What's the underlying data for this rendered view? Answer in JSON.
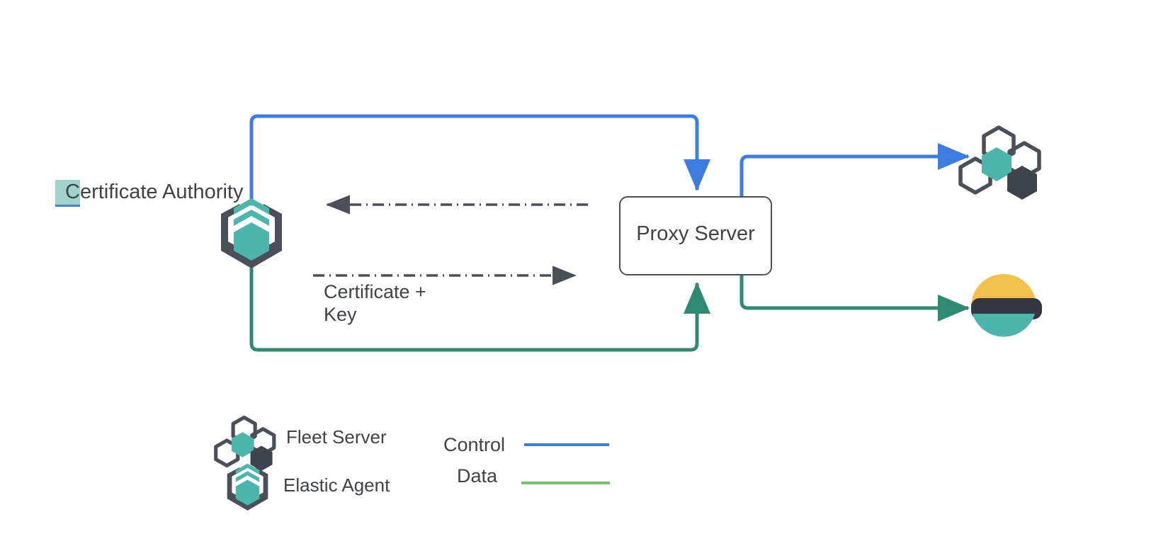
{
  "diagram": {
    "title_nodes": {
      "certificate_authority": "Certificate Authority",
      "certificate_authority_selected_prefix": "C",
      "certificate_authority_rest": "ertificate Authority",
      "proxy_server": "Proxy Server"
    },
    "edge_labels": {
      "certificate_key_line1": "Certificate +",
      "certificate_key_line2": "Key"
    },
    "legend": {
      "items": [
        {
          "label": "Fleet Server",
          "icon": "fleet-server-icon"
        },
        {
          "label": "Elastic Agent",
          "icon": "elastic-agent-icon"
        }
      ],
      "lines": [
        {
          "label": "Control",
          "color": "#3d7ce0"
        },
        {
          "label": "Data",
          "color": "#73c667"
        }
      ]
    },
    "nodes": [
      {
        "name": "certificate-authority",
        "icon": "elastic-agent-icon"
      },
      {
        "name": "proxy-server",
        "shape": "rounded-rect"
      },
      {
        "name": "fleet-server",
        "icon": "fleet-server-icon"
      },
      {
        "name": "elasticsearch",
        "icon": "elasticsearch-icon"
      }
    ],
    "colors": {
      "control_blue": "#3d7ce0",
      "data_green": "#2e8b72",
      "legend_data_green": "#73c667",
      "teal": "#4db6ac",
      "dark_slate": "#4b5058",
      "text": "#3f4348",
      "elastic_yellow": "#f2c14b",
      "elastic_dark": "#343741",
      "elastic_teal": "#4db6ac",
      "selection_highlight": "#9fd2c8",
      "selection_underline": "#4a7fd4"
    },
    "edges": [
      {
        "name": "ca-to-proxy-control",
        "from": "certificate-authority",
        "to": "proxy-server",
        "style": "solid",
        "color": "#3d7ce0",
        "legend": "Control"
      },
      {
        "name": "proxy-to-fleet-control",
        "from": "proxy-server",
        "to": "fleet-server",
        "style": "solid",
        "color": "#3d7ce0",
        "legend": "Control"
      },
      {
        "name": "ca-to-proxy-data",
        "from": "certificate-authority",
        "to": "proxy-server",
        "style": "solid",
        "color": "#2e8b72",
        "legend": "Data"
      },
      {
        "name": "proxy-to-elasticsearch-data",
        "from": "proxy-server",
        "to": "elasticsearch",
        "style": "solid",
        "color": "#2e8b72",
        "legend": "Data"
      },
      {
        "name": "proxy-to-ca-request",
        "from": "proxy-server",
        "to": "certificate-authority",
        "style": "dash-dot",
        "color": "#4b5058"
      },
      {
        "name": "ca-to-proxy-certificate-key",
        "from": "certificate-authority",
        "to": "proxy-server",
        "style": "dash-dot",
        "color": "#4b5058",
        "label": "Certificate + Key"
      }
    ]
  }
}
